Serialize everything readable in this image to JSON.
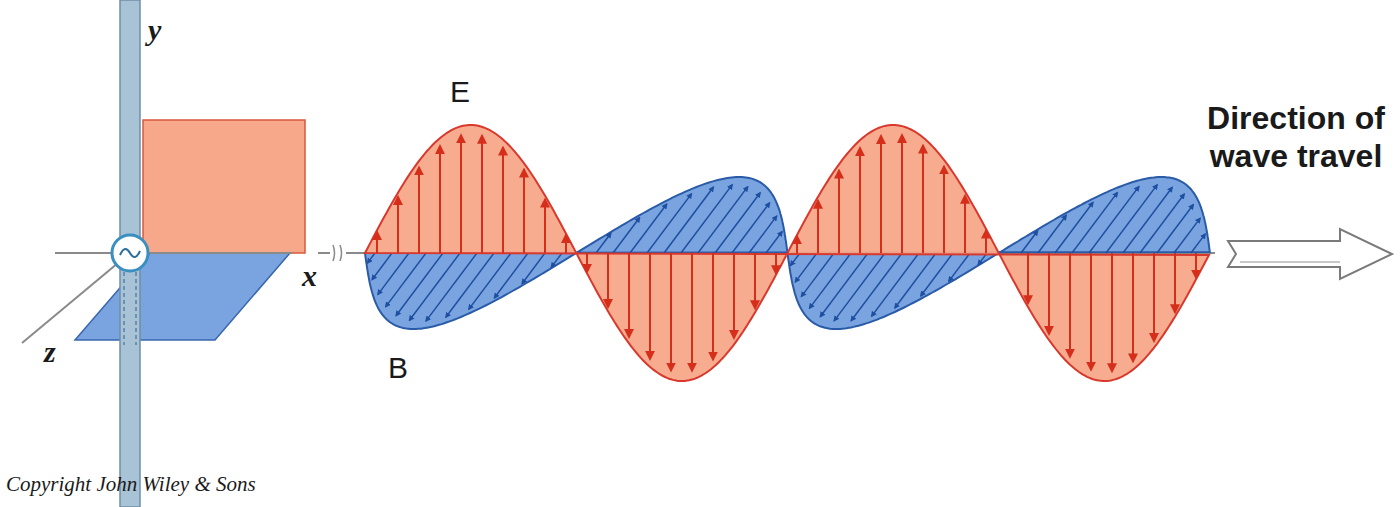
{
  "diagram": {
    "labels": [
      "y",
      "x",
      "z",
      "E",
      "B",
      "Direction of wave travel",
      "Copyright John Wiley & Sons"
    ]
  }
}
